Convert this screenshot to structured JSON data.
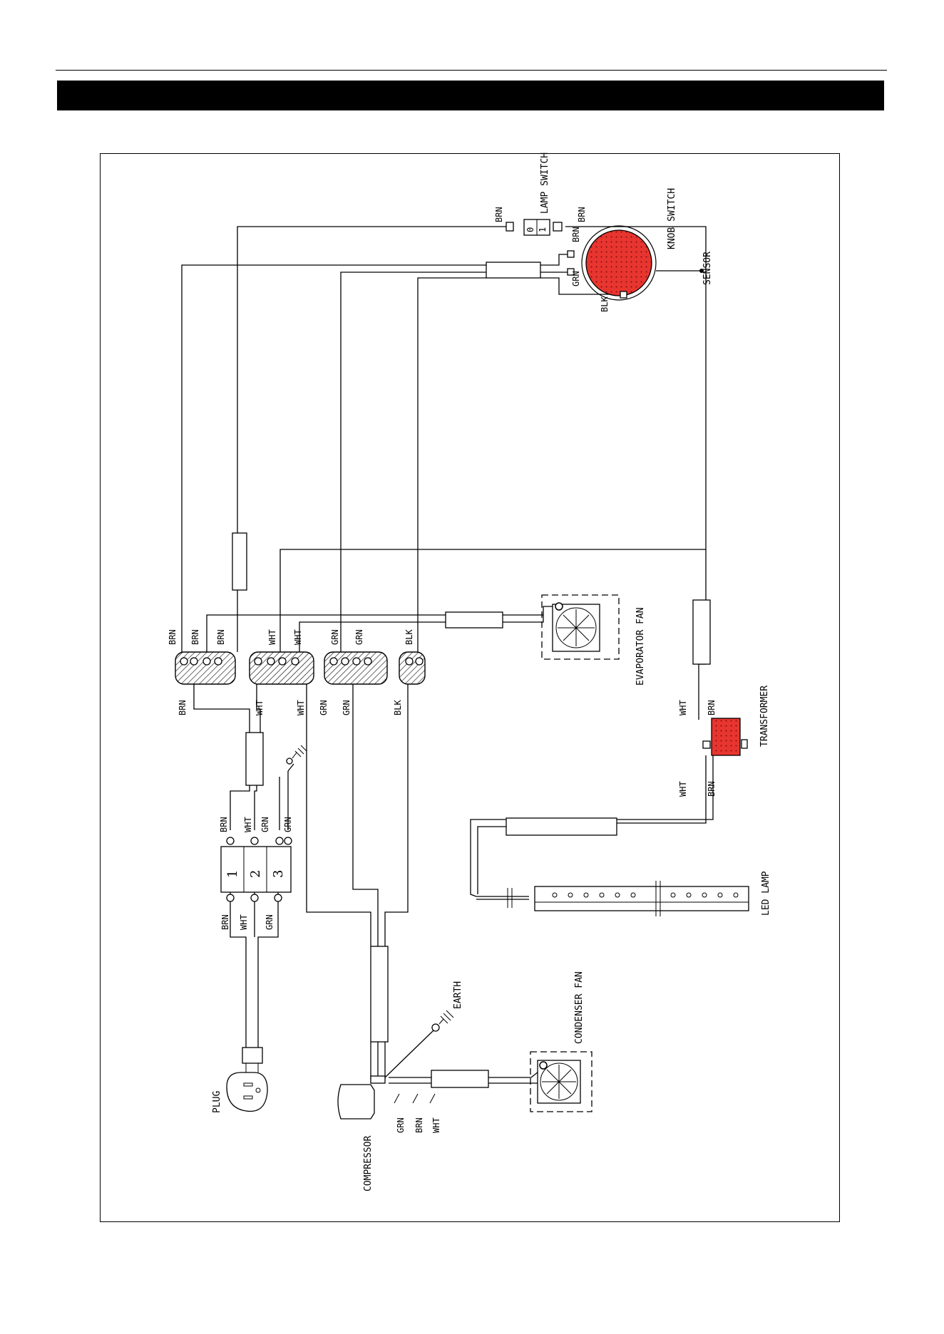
{
  "components": {
    "knob_switch": "KNOB SWITCH",
    "sensor": "SENSOR",
    "lamp_switch": "LAMP SWITCH",
    "evaporator_fan": "EVAPORATOR FAN",
    "transformer": "TRANSFORMER",
    "led_lamp": "LED LAMP",
    "condenser_fan": "CONDENSER FAN",
    "compressor": "COMPRESSOR",
    "earth": "EARTH",
    "plug": "PLUG"
  },
  "wire_labels": {
    "brn": "BRN",
    "grn": "GRN",
    "blk": "BLK",
    "wht": "WHT"
  },
  "terminal_block": [
    "1",
    "2",
    "3"
  ],
  "lamp_switch_marks": [
    "0",
    "1"
  ],
  "colors": {
    "knob_switch_fill": "#e8352f",
    "transformer_fill": "#e8352f",
    "wire": "#000000"
  }
}
